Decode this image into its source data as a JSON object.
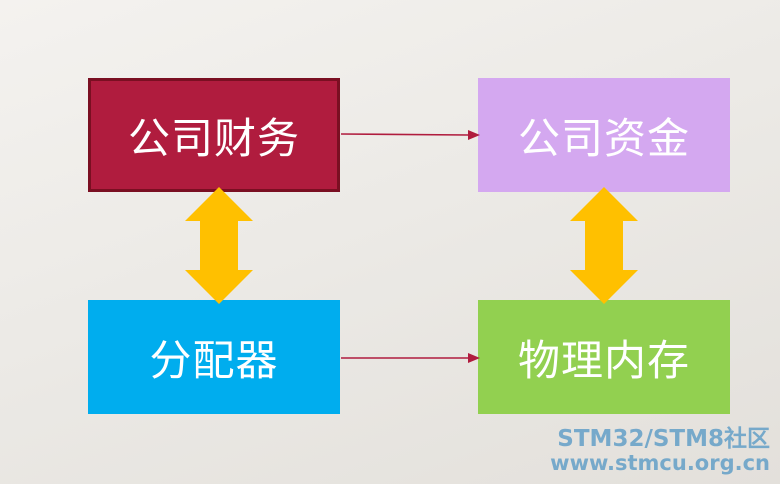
{
  "diagram": {
    "boxes": {
      "finance": {
        "label": "公司财务",
        "color": "#b01c3e"
      },
      "funds": {
        "label": "公司资金",
        "color": "#d4a8f0"
      },
      "allocator": {
        "label": "分配器",
        "color": "#00adee"
      },
      "memory": {
        "label": "物理内存",
        "color": "#92d050"
      }
    },
    "edges": [
      {
        "from": "finance",
        "to": "funds",
        "type": "arrow",
        "color": "#b01c3e"
      },
      {
        "from": "allocator",
        "to": "memory",
        "type": "arrow",
        "color": "#b01c3e"
      },
      {
        "from": "finance",
        "to": "allocator",
        "type": "double-arrow",
        "color": "#ffc000"
      },
      {
        "from": "funds",
        "to": "memory",
        "type": "double-arrow",
        "color": "#ffc000"
      }
    ]
  },
  "watermark": {
    "line1": "STM32/STM8社区",
    "line2": "www.stmcu.org.cn",
    "color": "#6ba3c9"
  }
}
